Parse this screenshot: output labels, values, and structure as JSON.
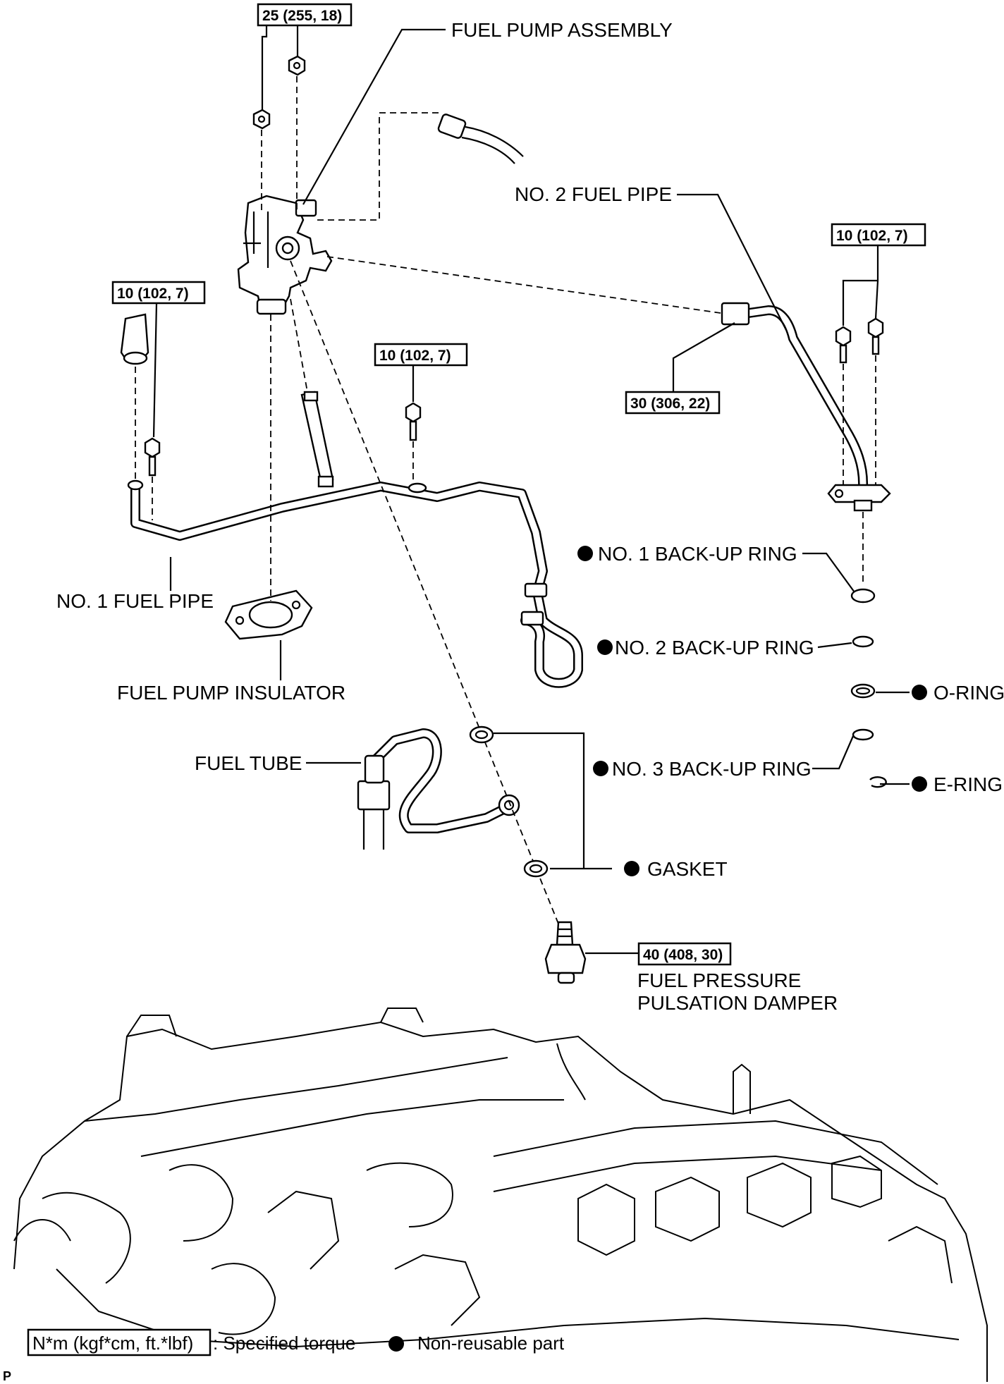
{
  "labels": {
    "fuel_pump_assembly": "FUEL PUMP ASSEMBLY",
    "no2_fuel_pipe": "NO. 2 FUEL PIPE",
    "no1_fuel_pipe": "NO. 1 FUEL PIPE",
    "fuel_pump_insulator": "FUEL PUMP INSULATOR",
    "no1_backup_ring": "NO. 1 BACK-UP RING",
    "no2_backup_ring": "NO. 2 BACK-UP RING",
    "o_ring": "O-RING",
    "no3_backup_ring": "NO. 3 BACK-UP RING",
    "e_ring": "E-RING",
    "fuel_tube": "FUEL TUBE",
    "gasket": "GASKET",
    "damper_line1": "FUEL PRESSURE",
    "damper_line2": "PULSATION DAMPER"
  },
  "torques": {
    "pump_nuts": "25 (255, 18)",
    "no1_pipe_left": "10 (102, 7)",
    "no1_pipe_mid": "10 (102, 7)",
    "no2_pipe_bolts": "10 (102, 7)",
    "no2_pipe_union": "30 (306, 22)",
    "damper": "40 (408, 30)"
  },
  "legend": {
    "torque_unit": "N*m (kgf*cm, ft.*lbf)",
    "torque_text": ": Specified torque",
    "nonreusable_text": "Non-reusable part"
  },
  "corner_mark": "P"
}
